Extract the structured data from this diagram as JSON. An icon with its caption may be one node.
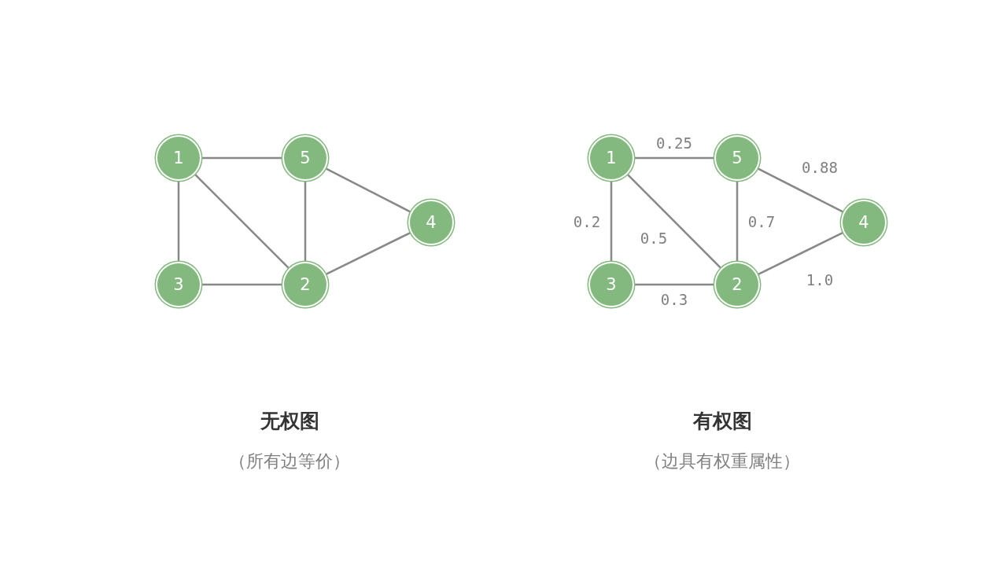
{
  "diagram": {
    "nodes": [
      {
        "text": [
          "1"
        ]
      },
      {
        "text": [
          "5"
        ]
      },
      {
        "text": [
          "4"
        ]
      },
      {
        "text": [
          "3"
        ]
      },
      {
        "text": [
          "2"
        ]
      },
      {
        "text": [
          "1"
        ]
      },
      {
        "text": [
          "5"
        ]
      },
      {
        "text": [
          "4"
        ]
      },
      {
        "text": [
          "3"
        ]
      },
      {
        "text": [
          "2"
        ]
      }
    ],
    "edges": [
      {
        "from": 0,
        "to": 1,
        "arrow": "none"
      },
      {
        "from": 0,
        "to": 3,
        "arrow": "none"
      },
      {
        "from": 0,
        "to": 4,
        "arrow": "none"
      },
      {
        "from": 1,
        "to": 4,
        "arrow": "none"
      },
      {
        "from": 1,
        "to": 2,
        "arrow": "none"
      },
      {
        "from": 3,
        "to": 4,
        "arrow": "none"
      },
      {
        "from": 4,
        "to": 2,
        "arrow": "none"
      },
      {
        "from": 5,
        "to": 6,
        "arrow": "none",
        "label": "0.25"
      },
      {
        "from": 5,
        "to": 8,
        "arrow": "none",
        "label": "0.2"
      },
      {
        "from": 5,
        "to": 9,
        "arrow": "none",
        "label": "0.5"
      },
      {
        "from": 6,
        "to": 9,
        "arrow": "none",
        "label": "0.7"
      },
      {
        "from": 6,
        "to": 7,
        "arrow": "none",
        "label": "0.88"
      },
      {
        "from": 8,
        "to": 9,
        "arrow": "none",
        "label": "0.3"
      },
      {
        "from": 9,
        "to": 7,
        "arrow": "none",
        "label": "1.0"
      }
    ],
    "labels": [
      "无权图",
      "（所有边等价）",
      "有权图",
      "（边具有权重属性）"
    ]
  }
}
